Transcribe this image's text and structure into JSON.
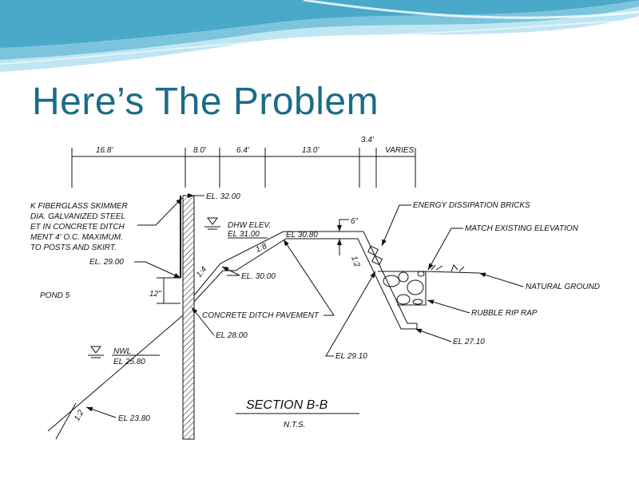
{
  "slide": {
    "title": "Here’s The Problem"
  },
  "colors": {
    "title": "#1d6b86",
    "wave_dark": "#4aa8c8",
    "wave_light": "#bfe6f2"
  },
  "drawing": {
    "dimensions": [
      "16.8'",
      "8.0'",
      "6.4'",
      "13.0'",
      "3.4'",
      "VARIES"
    ],
    "skimmer_note": [
      "K FIBERGLASS SKIMMER",
      "DIA. GALVANIZED STEEL",
      "ET IN CONCRETE DITCH",
      "MENT 4' O.C. MAXIMUM.",
      "TO POSTS AND SKIRT."
    ],
    "el_32": "EL. 32.00",
    "el_29": "EL. 29.00",
    "twelve_in": "12\"",
    "pond": "POND 5",
    "dhw_label": "DHW ELEV.",
    "dhw_el": "EL 31.00",
    "el_30_80": "EL 30.80",
    "six_in": "6\"",
    "slope_1_8": "1:8",
    "slope_1_4": "1:4",
    "slope_1_2a": "1:2",
    "slope_1_2b": "1:2",
    "el_30": "EL. 30.00",
    "ditch": "CONCRETE DITCH PAVEMENT",
    "el_28": "EL 28.00",
    "nwl_label": "NWL",
    "nwl_el": "EL 25.80",
    "el_23_80": "EL 23.80",
    "section": "SECTION B-B",
    "nts": "N.T.S.",
    "bricks": "ENERGY DISSIPATION BRICKS",
    "match": "MATCH EXISTING ELEVATION",
    "ground": "NATURAL GROUND",
    "riprap": "RUBBLE RIP RAP",
    "el_27_10": "EL 27.10",
    "el_29_10": "EL 29.10"
  }
}
